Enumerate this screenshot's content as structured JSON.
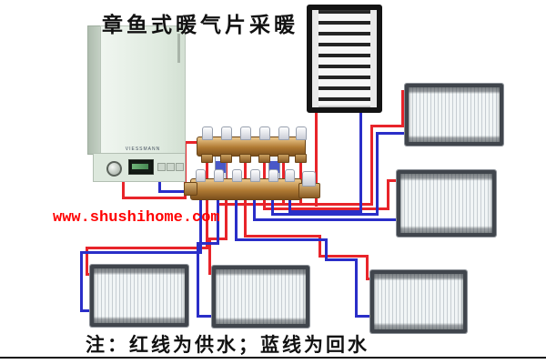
{
  "title": "章鱼式暖气片采暖",
  "watermark": "www.shushihome.com",
  "note": "注：红线为供水；蓝线为回水",
  "boiler": {
    "brand": "VIESSMANN"
  },
  "legend": {
    "supply_label": "红线为供水",
    "return_label": "蓝线为回水",
    "supply_color": "#e8242a",
    "return_color": "#2a2ec8"
  },
  "diagram": {
    "colors": {
      "red": "#e8242a",
      "blue": "#2a2ec8"
    },
    "pipes": {
      "red": [
        [
          134,
          196,
          3,
          23
        ],
        [
          134,
          216,
          71,
          3
        ],
        [
          202,
          155,
          3,
          64
        ],
        [
          202,
          155,
          17,
          3
        ],
        [
          226,
          168,
          3,
          106
        ],
        [
          94,
          271,
          135,
          3
        ],
        [
          94,
          271,
          3,
          32
        ],
        [
          94,
          300,
          11,
          3
        ],
        [
          247,
          168,
          3,
          95
        ],
        [
          229,
          261,
          21,
          3
        ],
        [
          229,
          261,
          3,
          41
        ],
        [
          229,
          299,
          11,
          3
        ],
        [
          268,
          168,
          3,
          92
        ],
        [
          268,
          258,
          85,
          3
        ],
        [
          350,
          258,
          3,
          25
        ],
        [
          350,
          280,
          55,
          3
        ],
        [
          402,
          280,
          3,
          28
        ],
        [
          402,
          305,
          12,
          3
        ],
        [
          289,
          168,
          3,
          62
        ],
        [
          289,
          228,
          139,
          3
        ],
        [
          425,
          197,
          3,
          34
        ],
        [
          425,
          197,
          14,
          3
        ],
        [
          310,
          168,
          3,
          57
        ],
        [
          329,
          168,
          3,
          57
        ],
        [
          346,
          107,
          3,
          120
        ],
        [
          240,
          223,
          170,
          3
        ],
        [
          407,
          137,
          3,
          89
        ],
        [
          407,
          137,
          37,
          3
        ],
        [
          441,
          99,
          3,
          41
        ],
        [
          441,
          99,
          8,
          3
        ]
      ],
      "blue": [
        [
          174,
          196,
          3,
          16
        ],
        [
          174,
          209,
          43,
          3
        ],
        [
          219,
          218,
          3,
          61
        ],
        [
          88,
          276,
          133,
          3
        ],
        [
          88,
          276,
          3,
          67
        ],
        [
          88,
          340,
          14,
          3
        ],
        [
          238,
          218,
          3,
          50
        ],
        [
          216,
          266,
          25,
          3
        ],
        [
          216,
          266,
          3,
          83
        ],
        [
          216,
          346,
          20,
          3
        ],
        [
          258,
          218,
          3,
          47
        ],
        [
          258,
          262,
          102,
          3
        ],
        [
          357,
          262,
          3,
          25
        ],
        [
          357,
          284,
          35,
          3
        ],
        [
          390,
          284,
          3,
          65
        ],
        [
          390,
          346,
          19,
          3
        ],
        [
          278,
          218,
          3,
          25
        ],
        [
          278,
          240,
          160,
          3
        ],
        [
          298,
          218,
          3,
          19
        ],
        [
          299,
          234,
          117,
          3
        ],
        [
          413,
          145,
          3,
          91
        ],
        [
          413,
          145,
          34,
          3
        ],
        [
          317,
          218,
          3,
          16
        ],
        [
          317,
          231,
          81,
          3
        ],
        [
          395,
          110,
          3,
          124
        ]
      ]
    }
  }
}
